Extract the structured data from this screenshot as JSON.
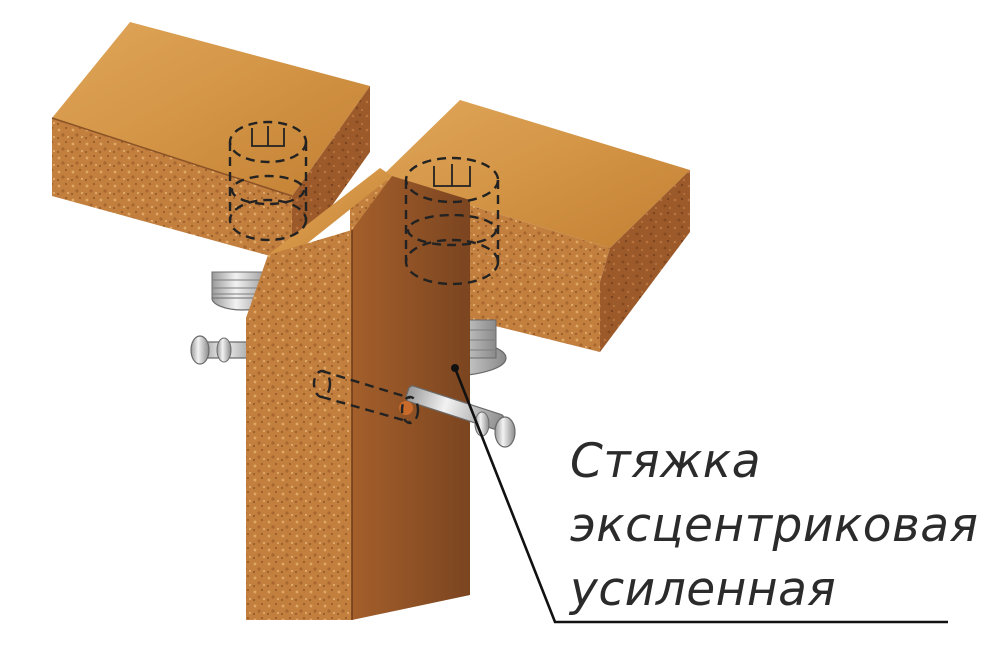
{
  "diagram": {
    "label_lines": [
      "Стяжка",
      "эксцентриковая",
      "усиленная"
    ],
    "colors": {
      "wood_top": "#c98a3c",
      "wood_side": "#b0683a",
      "wood_shadow": "#7c4a22",
      "chipboard": "#c7884a",
      "metal": "#d8d8d8",
      "line": "#111111"
    }
  }
}
